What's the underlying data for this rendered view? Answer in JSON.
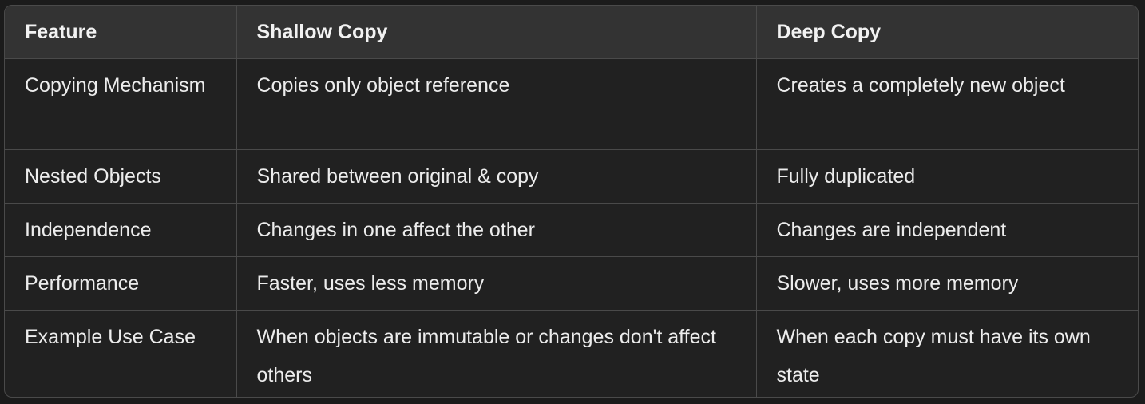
{
  "table": {
    "headers": [
      "Feature",
      "Shallow Copy",
      "Deep Copy"
    ],
    "rows": [
      [
        "Copying Mechanism",
        "Copies only object reference",
        "Creates a completely new object"
      ],
      [
        "Nested Objects",
        "Shared between original & copy",
        "Fully duplicated"
      ],
      [
        "Independence",
        "Changes in one affect the other",
        "Changes are independent"
      ],
      [
        "Performance",
        "Faster, uses less memory",
        "Slower, uses more memory"
      ],
      [
        "Example Use Case",
        "When objects are immutable or changes don't affect others",
        "When each copy must have its own state"
      ]
    ]
  },
  "colors": {
    "background": "#1b1b1b",
    "table_bg": "#212121",
    "header_bg": "#333333",
    "border": "#4a4a4a",
    "text": "#ececec"
  }
}
